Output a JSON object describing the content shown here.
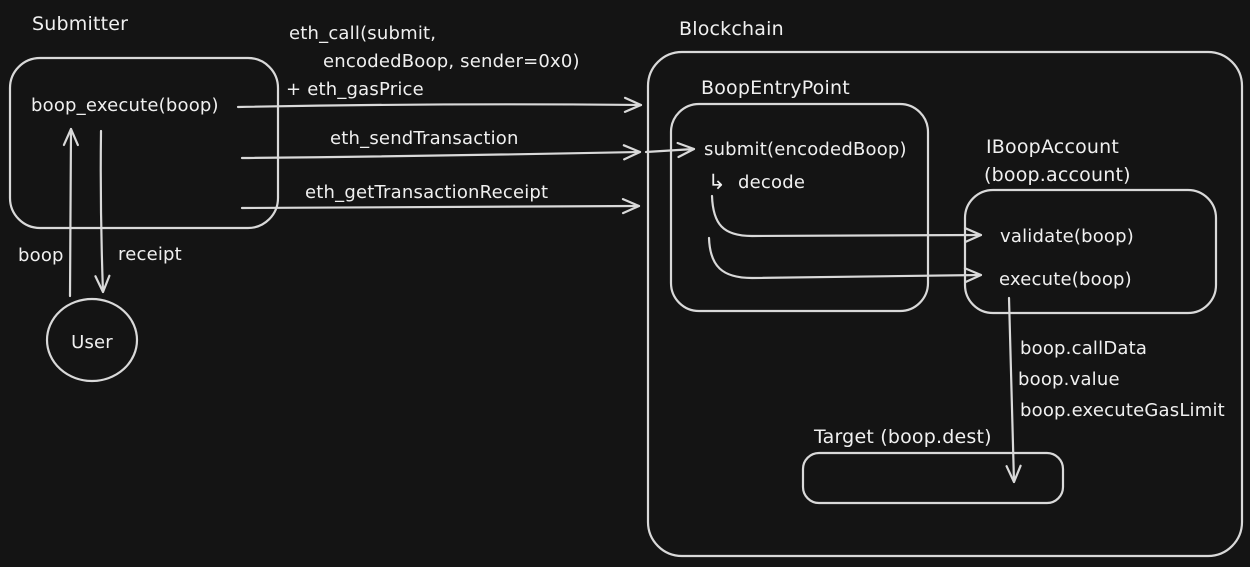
{
  "canvas": {
    "background": "#141414",
    "stroke_color": "#d9d9d9",
    "text_color": "#f0f0f0"
  },
  "submitter": {
    "title": "Submitter",
    "method": "boop_execute(boop)"
  },
  "user": {
    "label": "User"
  },
  "edges": {
    "eth_call": {
      "line1": "eth_call(submit,",
      "line2": "encodedBoop, sender=0x0)",
      "line3": "+ eth_gasPrice"
    },
    "eth_send_transaction": {
      "label": "eth_sendTransaction"
    },
    "eth_get_transaction_receipt": {
      "label": "eth_getTransactionReceipt"
    },
    "boop": {
      "label": "boop"
    },
    "receipt": {
      "label": "receipt"
    },
    "execute_call": {
      "line1": "boop.callData",
      "line2": "boop.value",
      "line3": "boop.executeGasLimit"
    }
  },
  "blockchain": {
    "title": "Blockchain",
    "boop_entry_point": {
      "title": "BoopEntryPoint",
      "method": "submit(encodedBoop)",
      "decode_icon": "↳",
      "decode_label": "decode"
    },
    "iboop_account": {
      "title_line1": "IBoopAccount",
      "title_line2": "(boop.account)",
      "validate_method": "validate(boop)",
      "execute_method": "execute(boop)"
    },
    "target": {
      "title": "Target (boop.dest)"
    }
  }
}
